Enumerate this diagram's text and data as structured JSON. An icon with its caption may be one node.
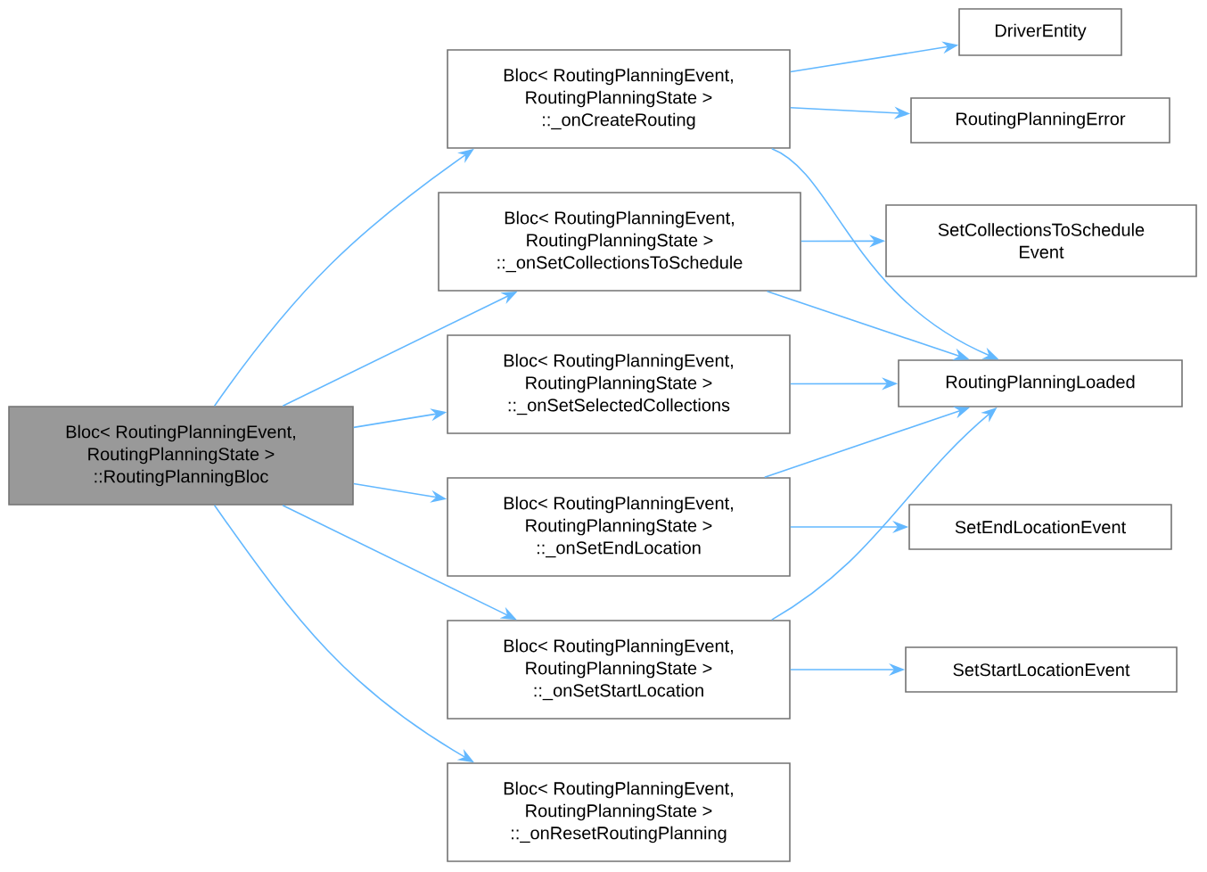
{
  "diagram": {
    "nodes": [
      {
        "text": [
          "Bloc< RoutingPlanningEvent, RoutingPlanningState > ::RoutingPlanningBloc"
        ]
      },
      {
        "text": [
          "Bloc< RoutingPlanningEvent, RoutingPlanningState > ::_onCreateRouting"
        ]
      },
      {
        "text": [
          "Bloc< RoutingPlanningEvent, RoutingPlanningState > ::_onSetCollectionsToSchedule"
        ]
      },
      {
        "text": [
          "Bloc< RoutingPlanningEvent, RoutingPlanningState > ::_onSetSelectedCollections"
        ]
      },
      {
        "text": [
          "Bloc< RoutingPlanningEvent, RoutingPlanningState > ::_onSetEndLocation"
        ]
      },
      {
        "text": [
          "Bloc< RoutingPlanningEvent, RoutingPlanningState > ::_onSetStartLocation"
        ]
      },
      {
        "text": [
          "Bloc< RoutingPlanningEvent, RoutingPlanningState > ::_onResetRoutingPlanning"
        ]
      },
      {
        "text": [
          "DriverEntity"
        ]
      },
      {
        "text": [
          "RoutingPlanningError"
        ]
      },
      {
        "text": [
          "SetCollectionsToSchedule Event"
        ]
      },
      {
        "text": [
          "RoutingPlanningLoaded"
        ]
      },
      {
        "text": [
          "SetEndLocationEvent"
        ]
      },
      {
        "text": [
          "SetStartLocationEvent"
        ]
      }
    ],
    "edges": [
      {
        "from": 0,
        "to": 1,
        "arrow": "to"
      },
      {
        "from": 0,
        "to": 2,
        "arrow": "to"
      },
      {
        "from": 0,
        "to": 3,
        "arrow": "to"
      },
      {
        "from": 0,
        "to": 4,
        "arrow": "to"
      },
      {
        "from": 0,
        "to": 5,
        "arrow": "to"
      },
      {
        "from": 0,
        "to": 6,
        "arrow": "to"
      },
      {
        "from": 1,
        "to": 7,
        "arrow": "to"
      },
      {
        "from": 1,
        "to": 8,
        "arrow": "to"
      },
      {
        "from": 1,
        "to": 10,
        "arrow": "to"
      },
      {
        "from": 2,
        "to": 9,
        "arrow": "to"
      },
      {
        "from": 2,
        "to": 10,
        "arrow": "to"
      },
      {
        "from": 3,
        "to": 10,
        "arrow": "to"
      },
      {
        "from": 4,
        "to": 10,
        "arrow": "to"
      },
      {
        "from": 4,
        "to": 11,
        "arrow": "to"
      },
      {
        "from": 5,
        "to": 10,
        "arrow": "to"
      },
      {
        "from": 5,
        "to": 12,
        "arrow": "to"
      }
    ]
  }
}
